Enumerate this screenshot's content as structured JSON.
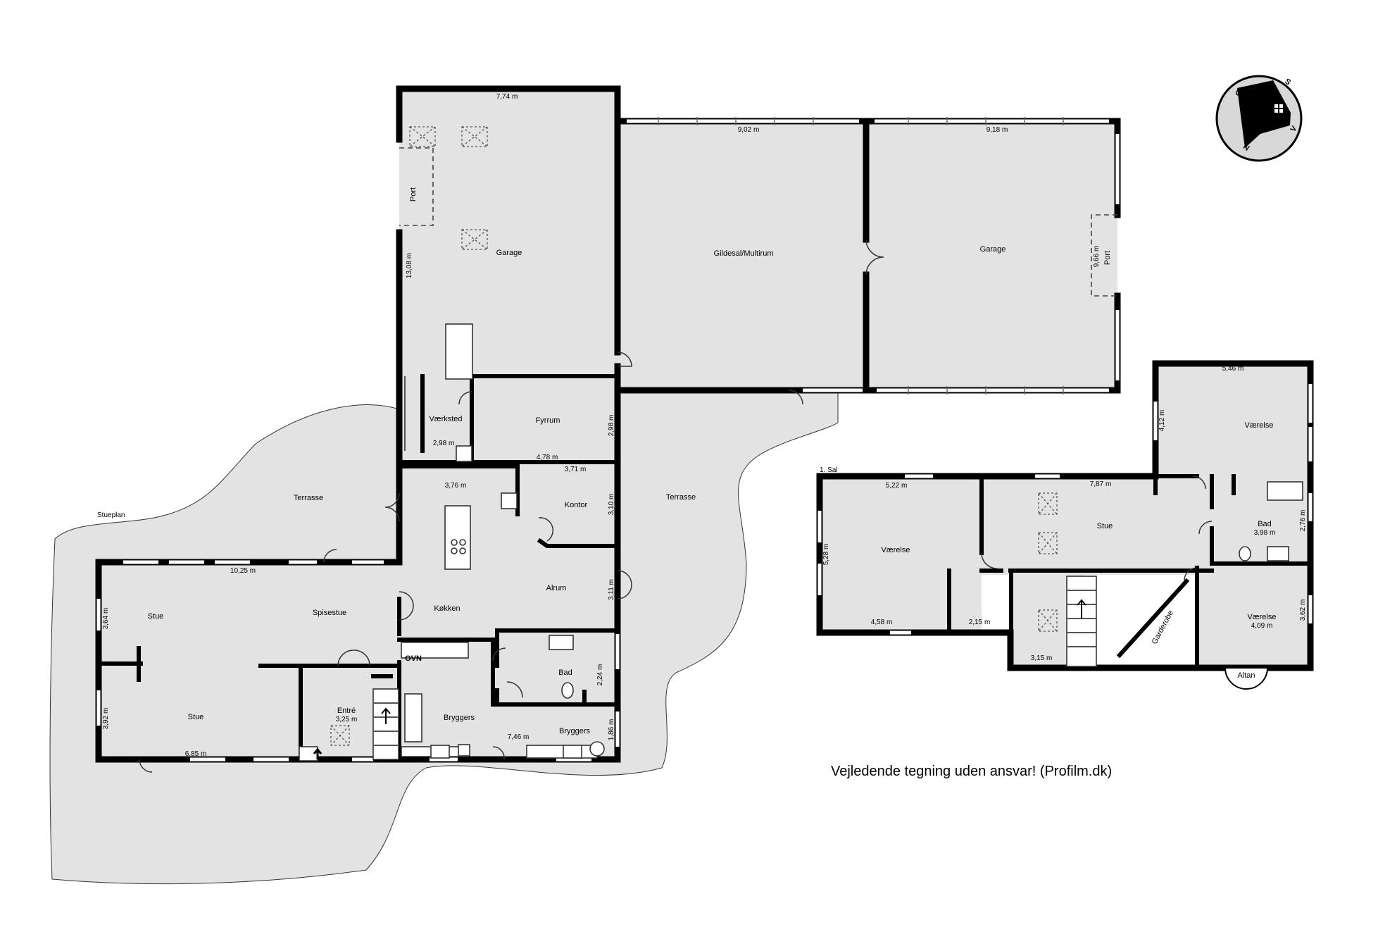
{
  "floors": {
    "ground": "Stueplan",
    "upper": "1. Sal"
  },
  "disclaimer": "Vejledende tegning uden ansvar! (Profilm.dk)",
  "compass": {
    "n": "N",
    "s": "S",
    "o": "Ø",
    "v": "V"
  },
  "rooms": {
    "garage_left": "Garage",
    "port_left": "Port",
    "gildesal": "Gildesal/Multirum",
    "garage_right": "Garage",
    "port_right": "Port",
    "vaerksted": "Værksted",
    "fyrrum": "Fyrrum",
    "terrasse_left": "Terrasse",
    "terrasse_right": "Terrasse",
    "kontor": "Kontor",
    "alrum": "Alrum",
    "koekken": "Køkken",
    "ovn": "OVN",
    "stue_top": "Stue",
    "spisestue": "Spisestue",
    "stue_bottom": "Stue",
    "entre": "Entré",
    "bryggers_1": "Bryggers",
    "bryggers_2": "Bryggers",
    "bad_ground": "Bad",
    "vaerelse_1": "Værelse",
    "stue_upper": "Stue",
    "vaerelse_top": "Værelse",
    "bad_upper": "Bad",
    "vaerelse_2": "Værelse",
    "garderobe": "Garderobe",
    "altan": "Altan"
  },
  "dims": {
    "garage_left_w": "7,74 m",
    "garage_left_h": "13,08 m",
    "gildesal_w": "9,02 m",
    "garage_right_w": "9,18 m",
    "garage_right_h": "9,66 m",
    "vaerksted_w": "2,98 m",
    "fyrrum_w": "4,78 m",
    "fyrrum_h": "2,98 m",
    "kontor_w": "3,71 m",
    "kontor_h": "3,10 m",
    "koekken_w": "3,76 m",
    "alrum_h": "3,11 m",
    "stue_top_w": "10,25 m",
    "stue_top_h": "3,64 m",
    "stue_bottom_h": "3,92 m",
    "stue_bottom_w": "6,85 m",
    "entre_w": "3,25 m",
    "bryggers_w": "7,46 m",
    "bryggers_h": "1,86 m",
    "bad_ground_h": "2,24 m",
    "vaerelse_1_w": "5,22 m",
    "vaerelse_1_h": "5,28 m",
    "vaerelse_1_bw": "4,58 m",
    "upper_mid_w": "2,15 m",
    "stue_upper_w": "7,87 m",
    "stair_w": "3,15 m",
    "vaerelse_top_w": "5,46 m",
    "vaerelse_top_h": "4,12 m",
    "bad_upper_w": "3,98 m",
    "bad_upper_h": "2,76 m",
    "vaerelse_2_w": "4,09 m",
    "vaerelse_2_h": "3,62 m"
  }
}
